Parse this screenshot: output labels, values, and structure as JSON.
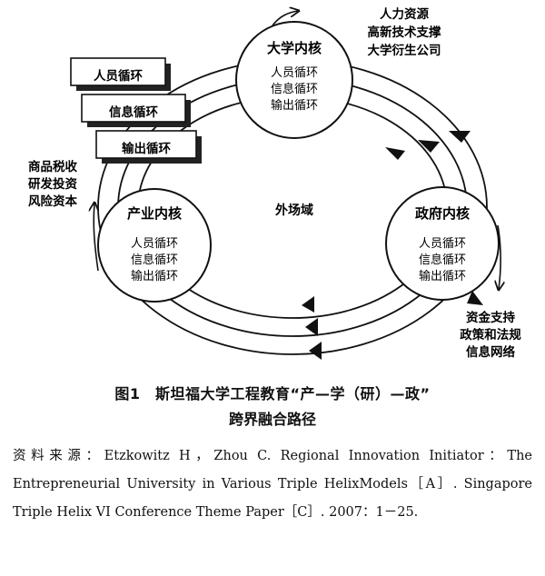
{
  "nodes": {
    "university": {
      "title": "大学内核",
      "lines": [
        "人员循环",
        "信息循环",
        "输出循环"
      ]
    },
    "industry": {
      "title": "产业内核",
      "lines": [
        "人员循环",
        "信息循环",
        "输出循环"
      ]
    },
    "government": {
      "title": "政府内核",
      "lines": [
        "人员循环",
        "信息循环",
        "输出循环"
      ]
    }
  },
  "center_label": "外场域",
  "circulation_boxes": [
    "人员循环",
    "信息循环",
    "输出循环"
  ],
  "university_outputs": [
    "人力资源",
    "高新技术支撑",
    "大学衍生公司"
  ],
  "industry_outputs": [
    "商品税收",
    "研发投资",
    "风险资本"
  ],
  "government_outputs": [
    "资金支持",
    "政策和法规",
    "信息网络"
  ],
  "caption": {
    "line1": "图1　斯坦福大学工程教育“产—学（研）—政”",
    "line2": "跨界融合路径"
  },
  "source": "资料来源：Etzkowitz H，Zhou C. Regional Innovation Initiator：The Entrepreneurial University in Various Triple HelixModels［A］. Singapore Triple Helix VI Conference Theme Paper［C］. 2007：1－25."
}
